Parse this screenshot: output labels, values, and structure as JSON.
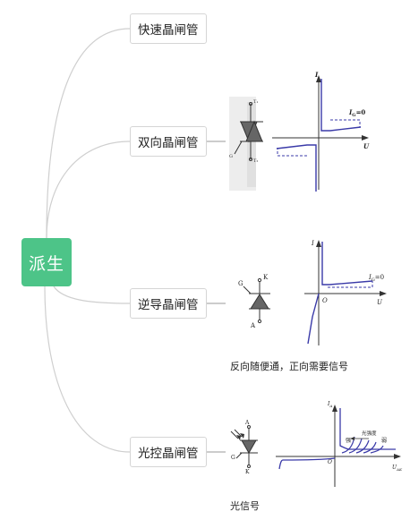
{
  "root": {
    "label": "派生"
  },
  "branches": [
    {
      "id": "fast",
      "label": "快速晶闸管"
    },
    {
      "id": "triac",
      "label": "双向晶闸管"
    },
    {
      "id": "rct",
      "label": "逆导晶闸管"
    },
    {
      "id": "light",
      "label": "光控晶闸管"
    }
  ],
  "figures": {
    "triac": {
      "terminals": {
        "t1": "T₁",
        "t2": "T₂",
        "gate": "G"
      },
      "axes": {
        "i": "I",
        "u": "U"
      },
      "curve_label": "I",
      "curve_label_sub": "G",
      "curve_label_suffix": "=0"
    },
    "rct": {
      "terminals": {
        "k": "K",
        "a": "A",
        "gate": "G"
      },
      "axes": {
        "i": "I",
        "u": "U",
        "origin": "O"
      },
      "curve_label": "I",
      "curve_label_sub": "G",
      "curve_label_suffix": "=0",
      "note": "反向随便通，正向需要信号"
    },
    "light": {
      "terminals": {
        "a": "A",
        "k": "K",
        "gate": "G"
      },
      "axes": {
        "i": "I",
        "i_sub": "A",
        "u": "U",
        "u_sub": "AK",
        "origin": "O"
      },
      "strong": "强",
      "intensity": "光强度",
      "weak": "弱",
      "note": "光信号"
    }
  }
}
